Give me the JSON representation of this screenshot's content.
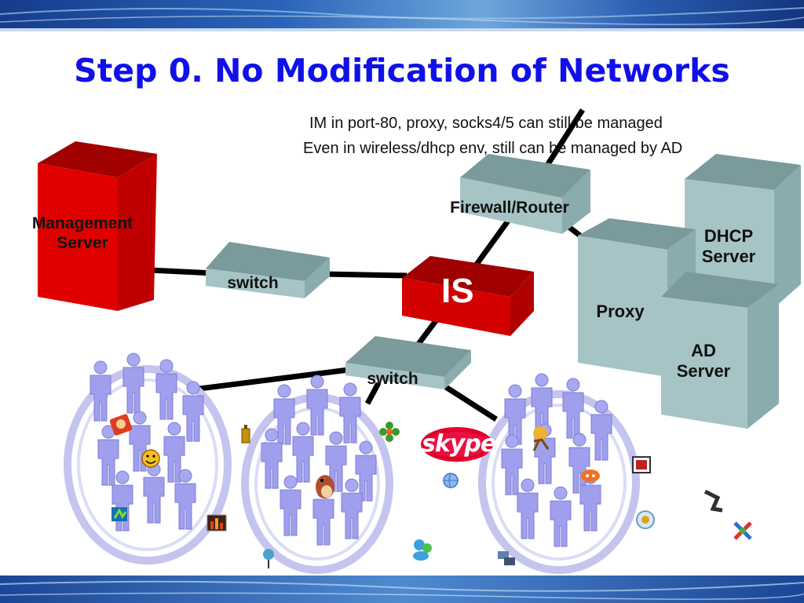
{
  "title": "Step 0. No Modification of Networks",
  "notes": {
    "line1": "IM in port-80, proxy, socks4/5 can still be managed",
    "line2": "Even in wireless/dhcp env, still can be managed by AD"
  },
  "nodes": {
    "management_server": {
      "line1": "Management",
      "line2": "Server"
    },
    "switch_top": "switch",
    "switch_bottom": "switch",
    "firewall_router": "Firewall/Router",
    "is": "IS",
    "proxy": "Proxy",
    "dhcp_server": {
      "line1": "DHCP",
      "line2": "Server"
    },
    "ad_server": {
      "line1": "AD",
      "line2": "Server"
    }
  },
  "im_logos": {
    "skype": "skype"
  },
  "colors": {
    "title_blue": "#1010e8",
    "server_red": "#d40000",
    "device_gray": "#a6c4c6",
    "user_purple": "#9f9fee",
    "cable_black": "#000000"
  },
  "icons": [
    "aim-running-man-icon",
    "yahoo-smiley-icon",
    "icq-flower-icon",
    "msn-buddy-icon",
    "qq-penguin-icon",
    "gadu-gadu-icon"
  ]
}
